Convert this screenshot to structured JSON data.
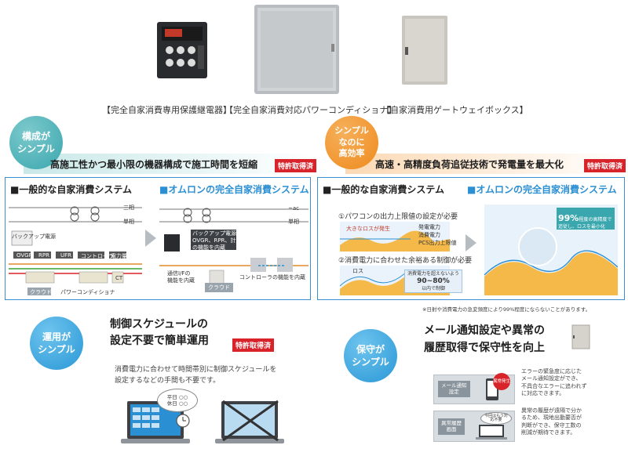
{
  "products": {
    "relay_caption": "【完全自家消費専用保護継電器】",
    "pcs_caption": "【完全自家消費対応パワーコンディショナ】",
    "gateway_caption": "【自家消費用ゲートウェイボックス】"
  },
  "sections": {
    "config": {
      "bubble_line1": "構成が",
      "bubble_line2": "シンプル",
      "headline": "高施工性かつ最小限の機器構成で施工時間を短縮",
      "patent": "特許取得済"
    },
    "efficiency": {
      "bubble_line1": "シンプル",
      "bubble_line2": "なのに",
      "bubble_line3": "高効率",
      "headline": "高速・高精度負荷追従技術で発電量を最大化",
      "patent": "特許取得済"
    },
    "operation": {
      "bubble_line1": "運用が",
      "bubble_line2": "シンプル",
      "headline_line1": "制御スケジュールの",
      "headline_line2": "設定不要で簡単運用",
      "patent": "特許取得済",
      "body_line1": "消費電力に合わせて時間帯別に制御スケジュールを",
      "body_line2": "設定するなどの手間も不要です。",
      "monitor_line1": "平日 ○○",
      "monitor_line2": "休日 ○○"
    },
    "maintenance": {
      "bubble_line1": "保守が",
      "bubble_line2": "シンプル",
      "headline_line1": "メール通知設定や異常の",
      "headline_line2": "履歴取得で保守性を向上",
      "mail_box_line1": "メール通知",
      "mail_box_line2": "設定",
      "mail_text_line1": "エラーの緊急度に応じた",
      "mail_text_line2": "メール通知設定ができ、",
      "mail_text_line3": "不具合なエラーに追われず",
      "mail_text_line4": "に対応できます。",
      "mail_badge": "異常発生",
      "history_box_line1": "異常履歴",
      "history_box_line2": "画面",
      "history_text_line1": "異常の履歴が遠隔で分か",
      "history_text_line2": "るため、現地出動要否が",
      "history_text_line3": "判断ができ、保守工数の",
      "history_text_line4": "削減が期待できます。",
      "history_bubble": "今回はもう対応不要"
    }
  },
  "config_panel": {
    "general_title": "■一般的な自家消費システム",
    "omron_title": "■オムロンの完全自家消費システム",
    "three_phase": "三相",
    "single_phase": "単相",
    "backup": "バックアップ電源",
    "ovgr": "OVGR",
    "rpr": "RPR",
    "ufr": "UFR",
    "ct": "CT",
    "controller": "コントローラ",
    "meter": "電力量計",
    "cloud": "クラウド",
    "pcs_label": "パワーコンディショナ",
    "omron_ac": "~ac",
    "omron_single": "単相",
    "backup_note_line1": "バックアップ電源、",
    "backup_note_line2": "OVGR、RPR、計測器",
    "backup_note_line3": "の機能を内蔵",
    "comm_note_line1": "通信I/Fの",
    "comm_note_line2": "機能を内蔵",
    "controller_note": "コントローラの機能を内蔵",
    "cloud_omron": "クラウド"
  },
  "efficiency_panel": {
    "general_title": "■一般的な自家消費システム",
    "omron_title": "■オムロンの完全自家消費システム",
    "item1": "①パワコンの出力上限値の設定が必要",
    "item1_chart": "大きなロスが発生",
    "legend1": "発電電力",
    "legend2": "消費電力",
    "legend3": "PCS出力上限値",
    "item2": "②消費電力に合わせた余裕ある制御が必要",
    "item2_chart": "ロス",
    "item2_box_line1": "消費電力を超えないよう",
    "item2_box_line2": "90~80%",
    "item2_box_line3": "以内で制御",
    "omron_callout_pct": "99%",
    "omron_callout_line1": "程度の高精度で",
    "omron_callout_line2": "追従し、ロスを最小化",
    "footnote": "※日射や消費電力の急変頻度により99%程度にならないことがあります。"
  },
  "colors": {
    "teal": "#3aa7ae",
    "orange": "#ee8a1e",
    "blue": "#2a97d6",
    "panel_border": "#3b8fd1",
    "patent_red": "#d8232a",
    "area_yellow": "#f5b94a"
  }
}
